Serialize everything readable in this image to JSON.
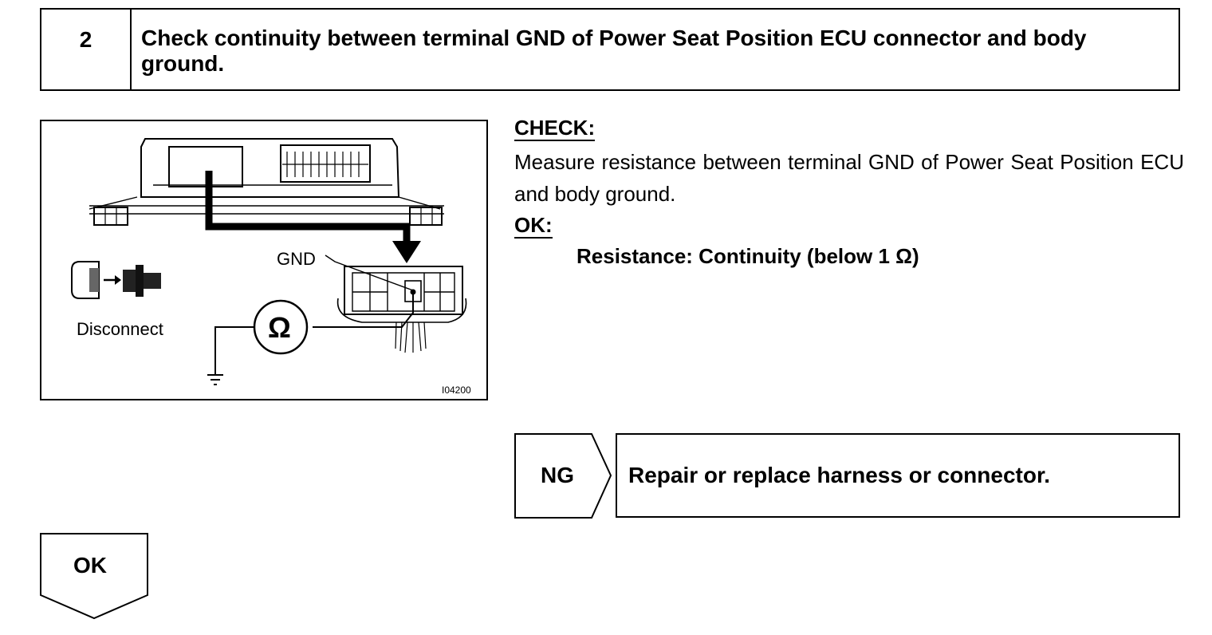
{
  "step": {
    "number": "2",
    "title": "Check continuity between terminal GND of Power Seat Position ECU connector and body ground."
  },
  "figure": {
    "gnd_label": "GND",
    "ohm_symbol": "Ω",
    "disconnect_label": "Disconnect",
    "figure_code": "I04200"
  },
  "check": {
    "heading": "CHECK:",
    "text": "Measure resistance between terminal GND of Power Seat Position ECU and body ground."
  },
  "ok_spec": {
    "heading": "OK:",
    "value": "Resistance: Continuity (below 1 Ω)"
  },
  "ng_branch": {
    "label": "NG",
    "action": "Repair or replace harness or connector."
  },
  "ok_branch": {
    "label": "OK"
  }
}
